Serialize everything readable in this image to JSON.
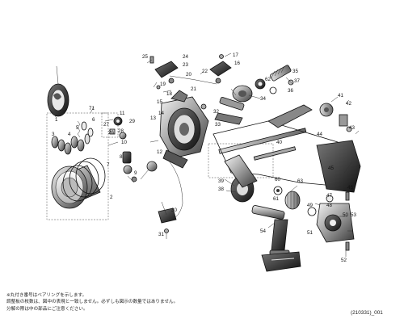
{
  "notes": [
    "※丸付き番号はベアリングを示します。",
    "調整板の枚数は、図中の表現と一致しません。必ずしも図示の数量ではありません。",
    "分解の際は中の部品にご注意ください。"
  ],
  "drawing_code": "(210331)_001",
  "callouts": [
    "1",
    "2",
    "3",
    "4",
    "5",
    "6",
    "7",
    "8",
    "9",
    "10",
    "11",
    "12",
    "13",
    "14",
    "15",
    "16",
    "17",
    "18",
    "19",
    "20",
    "21",
    "22",
    "23",
    "24",
    "25",
    "26",
    "27",
    "28",
    "29",
    "30",
    "31",
    "32",
    "33",
    "34",
    "35",
    "36",
    "37",
    "38",
    "39",
    "40",
    "41",
    "42",
    "43",
    "44",
    "45",
    "46",
    "47",
    "48",
    "49",
    "50",
    "51",
    "52",
    "53",
    "54",
    "60",
    "61",
    "62",
    "63",
    "71"
  ]
}
